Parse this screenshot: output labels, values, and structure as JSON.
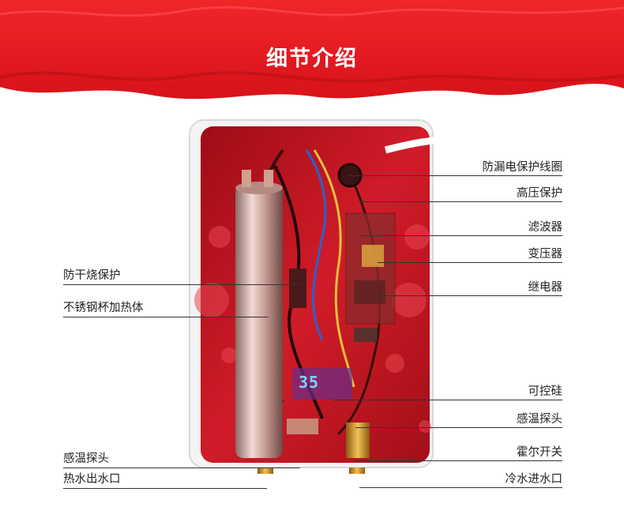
{
  "header": {
    "title": "细节介绍"
  },
  "device": {
    "display_value": "35"
  },
  "labels": {
    "left": [
      "防干烧保护",
      "不锈钢杯加热体",
      "感温探头",
      "热水出水口"
    ],
    "right": [
      "防漏电保护线圈",
      "高压保护",
      "滤波器",
      "变压器",
      "继电器",
      "可控硅",
      "感温探头",
      "霍尔开关",
      "冷水进水口"
    ]
  },
  "colors": {
    "banner_red": "#e01a1f",
    "panel_red": "#c4121d",
    "line": "#333333"
  }
}
